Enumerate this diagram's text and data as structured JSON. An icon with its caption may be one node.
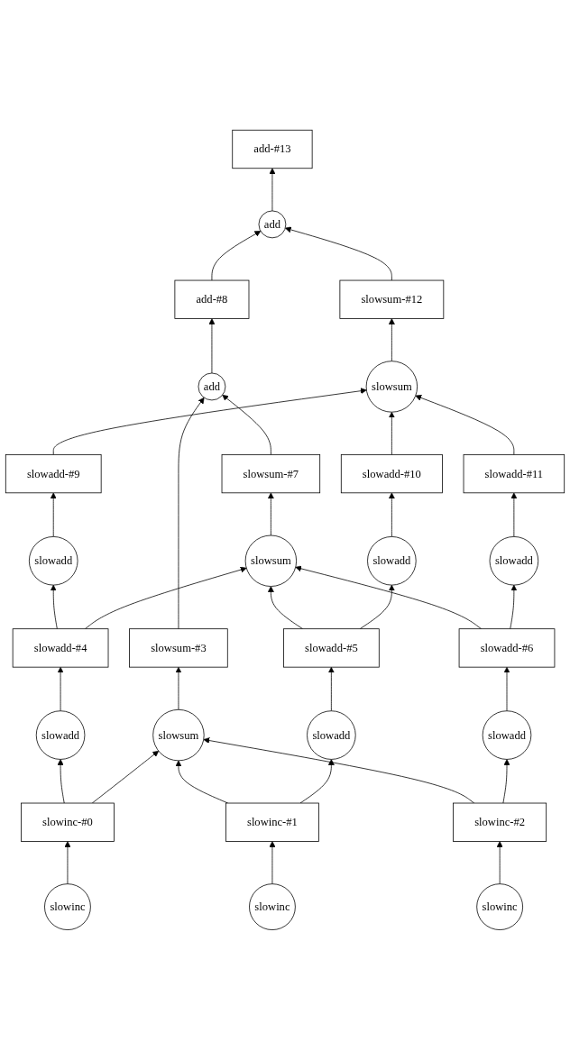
{
  "diagram": {
    "nodes": [
      {
        "text": [
          "add-#13"
        ]
      },
      {
        "text": [
          "add"
        ]
      },
      {
        "text": [
          "add-#8"
        ]
      },
      {
        "text": [
          "slowsum-#12"
        ]
      },
      {
        "text": [
          "add"
        ]
      },
      {
        "text": [
          "slowsum"
        ]
      },
      {
        "text": [
          "slowsum-#7"
        ]
      },
      {
        "text": [
          "slowadd-#9"
        ]
      },
      {
        "text": [
          "slowadd-#10"
        ]
      },
      {
        "text": [
          "slowadd-#11"
        ]
      },
      {
        "text": [
          "slowadd"
        ]
      },
      {
        "text": [
          "slowsum"
        ]
      },
      {
        "text": [
          "slowadd"
        ]
      },
      {
        "text": [
          "slowadd"
        ]
      },
      {
        "text": [
          "slowsum-#3"
        ]
      },
      {
        "text": [
          "slowadd-#4"
        ]
      },
      {
        "text": [
          "slowadd-#5"
        ]
      },
      {
        "text": [
          "slowadd-#6"
        ]
      },
      {
        "text": [
          "slowadd"
        ]
      },
      {
        "text": [
          "slowsum"
        ]
      },
      {
        "text": [
          "slowadd"
        ]
      },
      {
        "text": [
          "slowadd"
        ]
      },
      {
        "text": [
          "slowinc-#0"
        ]
      },
      {
        "text": [
          "slowinc-#1"
        ]
      },
      {
        "text": [
          "slowinc-#2"
        ]
      },
      {
        "text": [
          "slowinc"
        ]
      },
      {
        "text": [
          "slowinc"
        ]
      },
      {
        "text": [
          "slowinc"
        ]
      }
    ],
    "edges": [
      {
        "from": 25,
        "to": 22,
        "arrow": "to"
      },
      {
        "from": 26,
        "to": 23,
        "arrow": "to"
      },
      {
        "from": 27,
        "to": 24,
        "arrow": "to"
      },
      {
        "from": 22,
        "to": 18,
        "arrow": "to"
      },
      {
        "from": 22,
        "to": 19,
        "arrow": "to"
      },
      {
        "from": 23,
        "to": 19,
        "arrow": "to"
      },
      {
        "from": 23,
        "to": 20,
        "arrow": "to"
      },
      {
        "from": 24,
        "to": 19,
        "arrow": "to"
      },
      {
        "from": 24,
        "to": 21,
        "arrow": "to"
      },
      {
        "from": 18,
        "to": 15,
        "arrow": "to"
      },
      {
        "from": 19,
        "to": 14,
        "arrow": "to"
      },
      {
        "from": 20,
        "to": 16,
        "arrow": "to"
      },
      {
        "from": 21,
        "to": 17,
        "arrow": "to"
      },
      {
        "from": 15,
        "to": 10,
        "arrow": "to"
      },
      {
        "from": 15,
        "to": 11,
        "arrow": "to"
      },
      {
        "from": 16,
        "to": 11,
        "arrow": "to"
      },
      {
        "from": 16,
        "to": 12,
        "arrow": "to"
      },
      {
        "from": 17,
        "to": 11,
        "arrow": "to"
      },
      {
        "from": 17,
        "to": 13,
        "arrow": "to"
      },
      {
        "from": 10,
        "to": 7,
        "arrow": "to"
      },
      {
        "from": 11,
        "to": 6,
        "arrow": "to"
      },
      {
        "from": 12,
        "to": 8,
        "arrow": "to"
      },
      {
        "from": 13,
        "to": 9,
        "arrow": "to"
      },
      {
        "from": 14,
        "to": 4,
        "arrow": "to"
      },
      {
        "from": 6,
        "to": 4,
        "arrow": "to"
      },
      {
        "from": 7,
        "to": 5,
        "arrow": "to"
      },
      {
        "from": 8,
        "to": 5,
        "arrow": "to"
      },
      {
        "from": 9,
        "to": 5,
        "arrow": "to"
      },
      {
        "from": 4,
        "to": 2,
        "arrow": "to"
      },
      {
        "from": 5,
        "to": 3,
        "arrow": "to"
      },
      {
        "from": 2,
        "to": 1,
        "arrow": "to"
      },
      {
        "from": 3,
        "to": 1,
        "arrow": "to"
      },
      {
        "from": 1,
        "to": 0,
        "arrow": "to"
      }
    ]
  }
}
